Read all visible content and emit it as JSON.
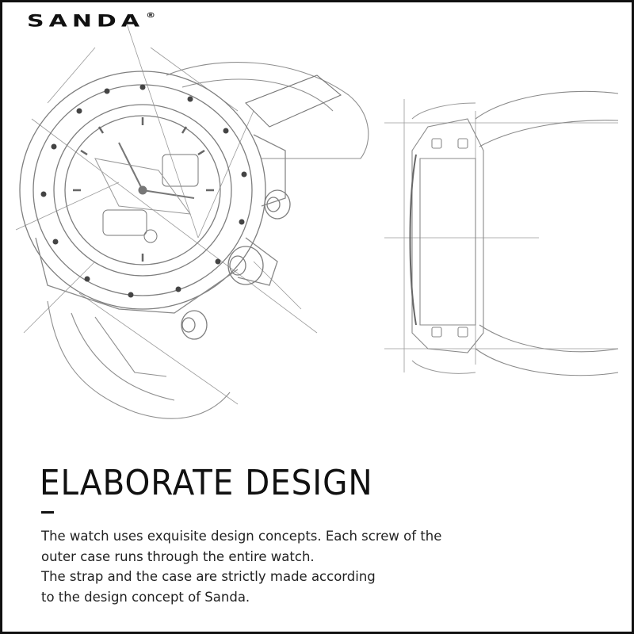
{
  "brand": {
    "name": "SANDA",
    "mark": "®"
  },
  "headline": "ELABORATE DESIGN",
  "body_lines": [
    "The watch uses exquisite design concepts. Each screw of the",
    "outer case runs through the entire watch.",
    "The strap and the case are strictly made according",
    "to the design concept of Sanda."
  ],
  "colors": {
    "ink": "#111111",
    "sketch": "#8a8a8a",
    "background": "#ffffff"
  },
  "illustrations": [
    "watch-front-sketch",
    "watch-side-profile-sketch"
  ]
}
